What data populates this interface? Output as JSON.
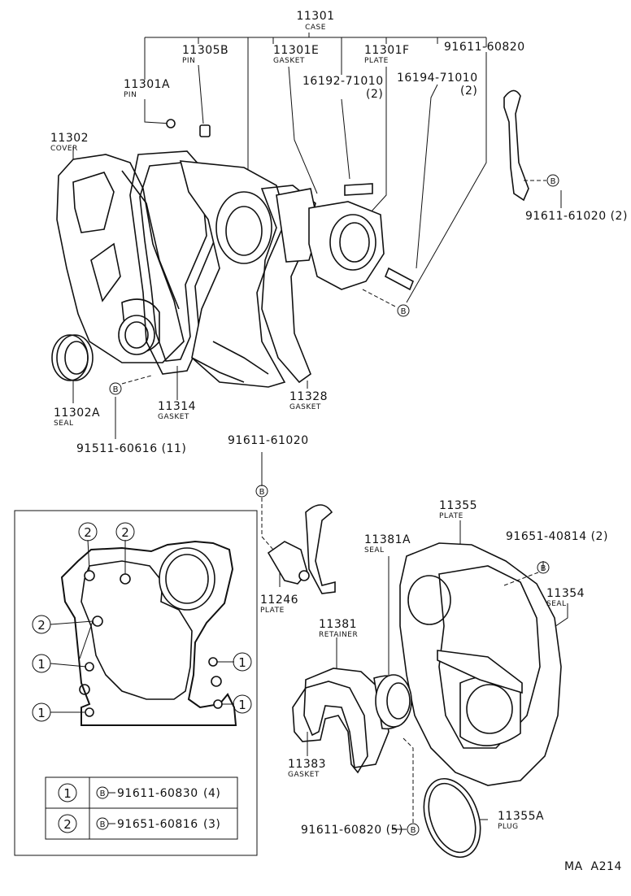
{
  "callouts": {
    "p11301": {
      "number": "11301",
      "name": "CASE"
    },
    "p11305B": {
      "number": "11305B",
      "name": "PIN"
    },
    "p11301E": {
      "number": "11301E",
      "name": "GASKET"
    },
    "p11301F": {
      "number": "11301F",
      "name": "PLATE"
    },
    "p91611_60820": {
      "number": "91611-60820"
    },
    "p11301A": {
      "number": "11301A",
      "name": "PIN"
    },
    "p16192": {
      "number": "16192-71010",
      "qty": "(2)"
    },
    "p16194": {
      "number": "16194-71010",
      "qty": "(2)"
    },
    "p11302": {
      "number": "11302",
      "name": "COVER"
    },
    "p91611_61020_top": {
      "number": "91611-61020 (2)"
    },
    "p11302A": {
      "number": "11302A",
      "name": "SEAL"
    },
    "p11314": {
      "number": "11314",
      "name": "GASKET"
    },
    "p11328": {
      "number": "11328",
      "name": "GASKET"
    },
    "p91511": {
      "number": "91511-60616 (11)"
    },
    "p91611_61020_mid": {
      "number": "91611-61020"
    },
    "p11355": {
      "number": "11355",
      "name": "PLATE"
    },
    "p91651_40814": {
      "number": "91651-40814 (2)"
    },
    "p11381A": {
      "number": "11381A",
      "name": "SEAL"
    },
    "p11354": {
      "number": "11354",
      "name": "SEAL"
    },
    "p11246": {
      "number": "11246",
      "name": "PLATE"
    },
    "p11381": {
      "number": "11381",
      "name": "RETAINER"
    },
    "p11383": {
      "number": "11383",
      "name": "GASKET"
    },
    "p11355A": {
      "number": "11355A",
      "name": "PLUG"
    },
    "p91611_60820_bot": {
      "number": "91611-60820 (5)"
    }
  },
  "bolt_symbol": "B",
  "inset": {
    "markers": [
      "1",
      "2"
    ],
    "legend": [
      {
        "key": "1",
        "bolt": "B",
        "part": "91611-60830",
        "qty": "(4)"
      },
      {
        "key": "2",
        "bolt": "B",
        "part": "91651-60816",
        "qty": "(3)"
      }
    ]
  },
  "figure_code": "MA  A214"
}
